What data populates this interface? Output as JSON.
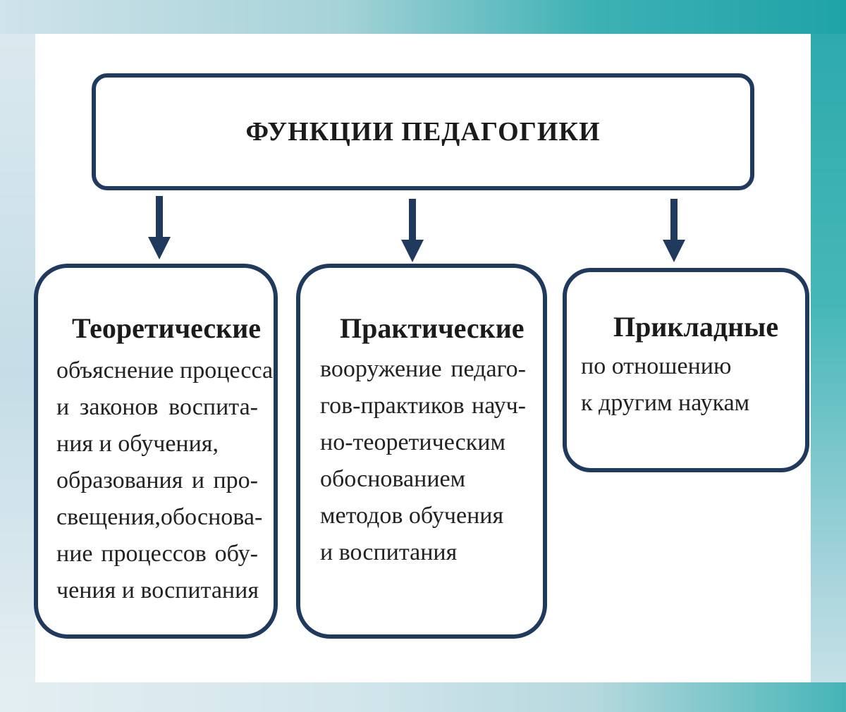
{
  "title": "ФУНКЦИИ ПЕДАГОГИКИ",
  "colors": {
    "border": "#1f3a5c",
    "arrow": "#1f3a5c",
    "accent": "#2aa7ab"
  },
  "cards": [
    {
      "title": "Теоретические",
      "lines": [
        [
          "объяснение процесса"
        ],
        [
          "и",
          "законов",
          "воспита-"
        ],
        [
          "ния и обучения,"
        ],
        [
          "образования",
          "и",
          "про-"
        ],
        [
          "свещения,",
          "обоснова-"
        ],
        [
          "ние",
          "процессов",
          "обу-"
        ],
        [
          "чения и воспитания"
        ]
      ]
    },
    {
      "title": "Практические",
      "lines": [
        [
          "вооружение",
          "педаго-"
        ],
        [
          "гов-практиков",
          "науч-"
        ],
        [
          "но-теоретическим"
        ],
        [
          "обоснованием"
        ],
        [
          "методов обучения"
        ],
        [
          "и воспитания"
        ]
      ]
    },
    {
      "title": "Прикладные",
      "lines": [
        [
          "по отношению"
        ],
        [
          "к другим наукам"
        ]
      ]
    }
  ]
}
